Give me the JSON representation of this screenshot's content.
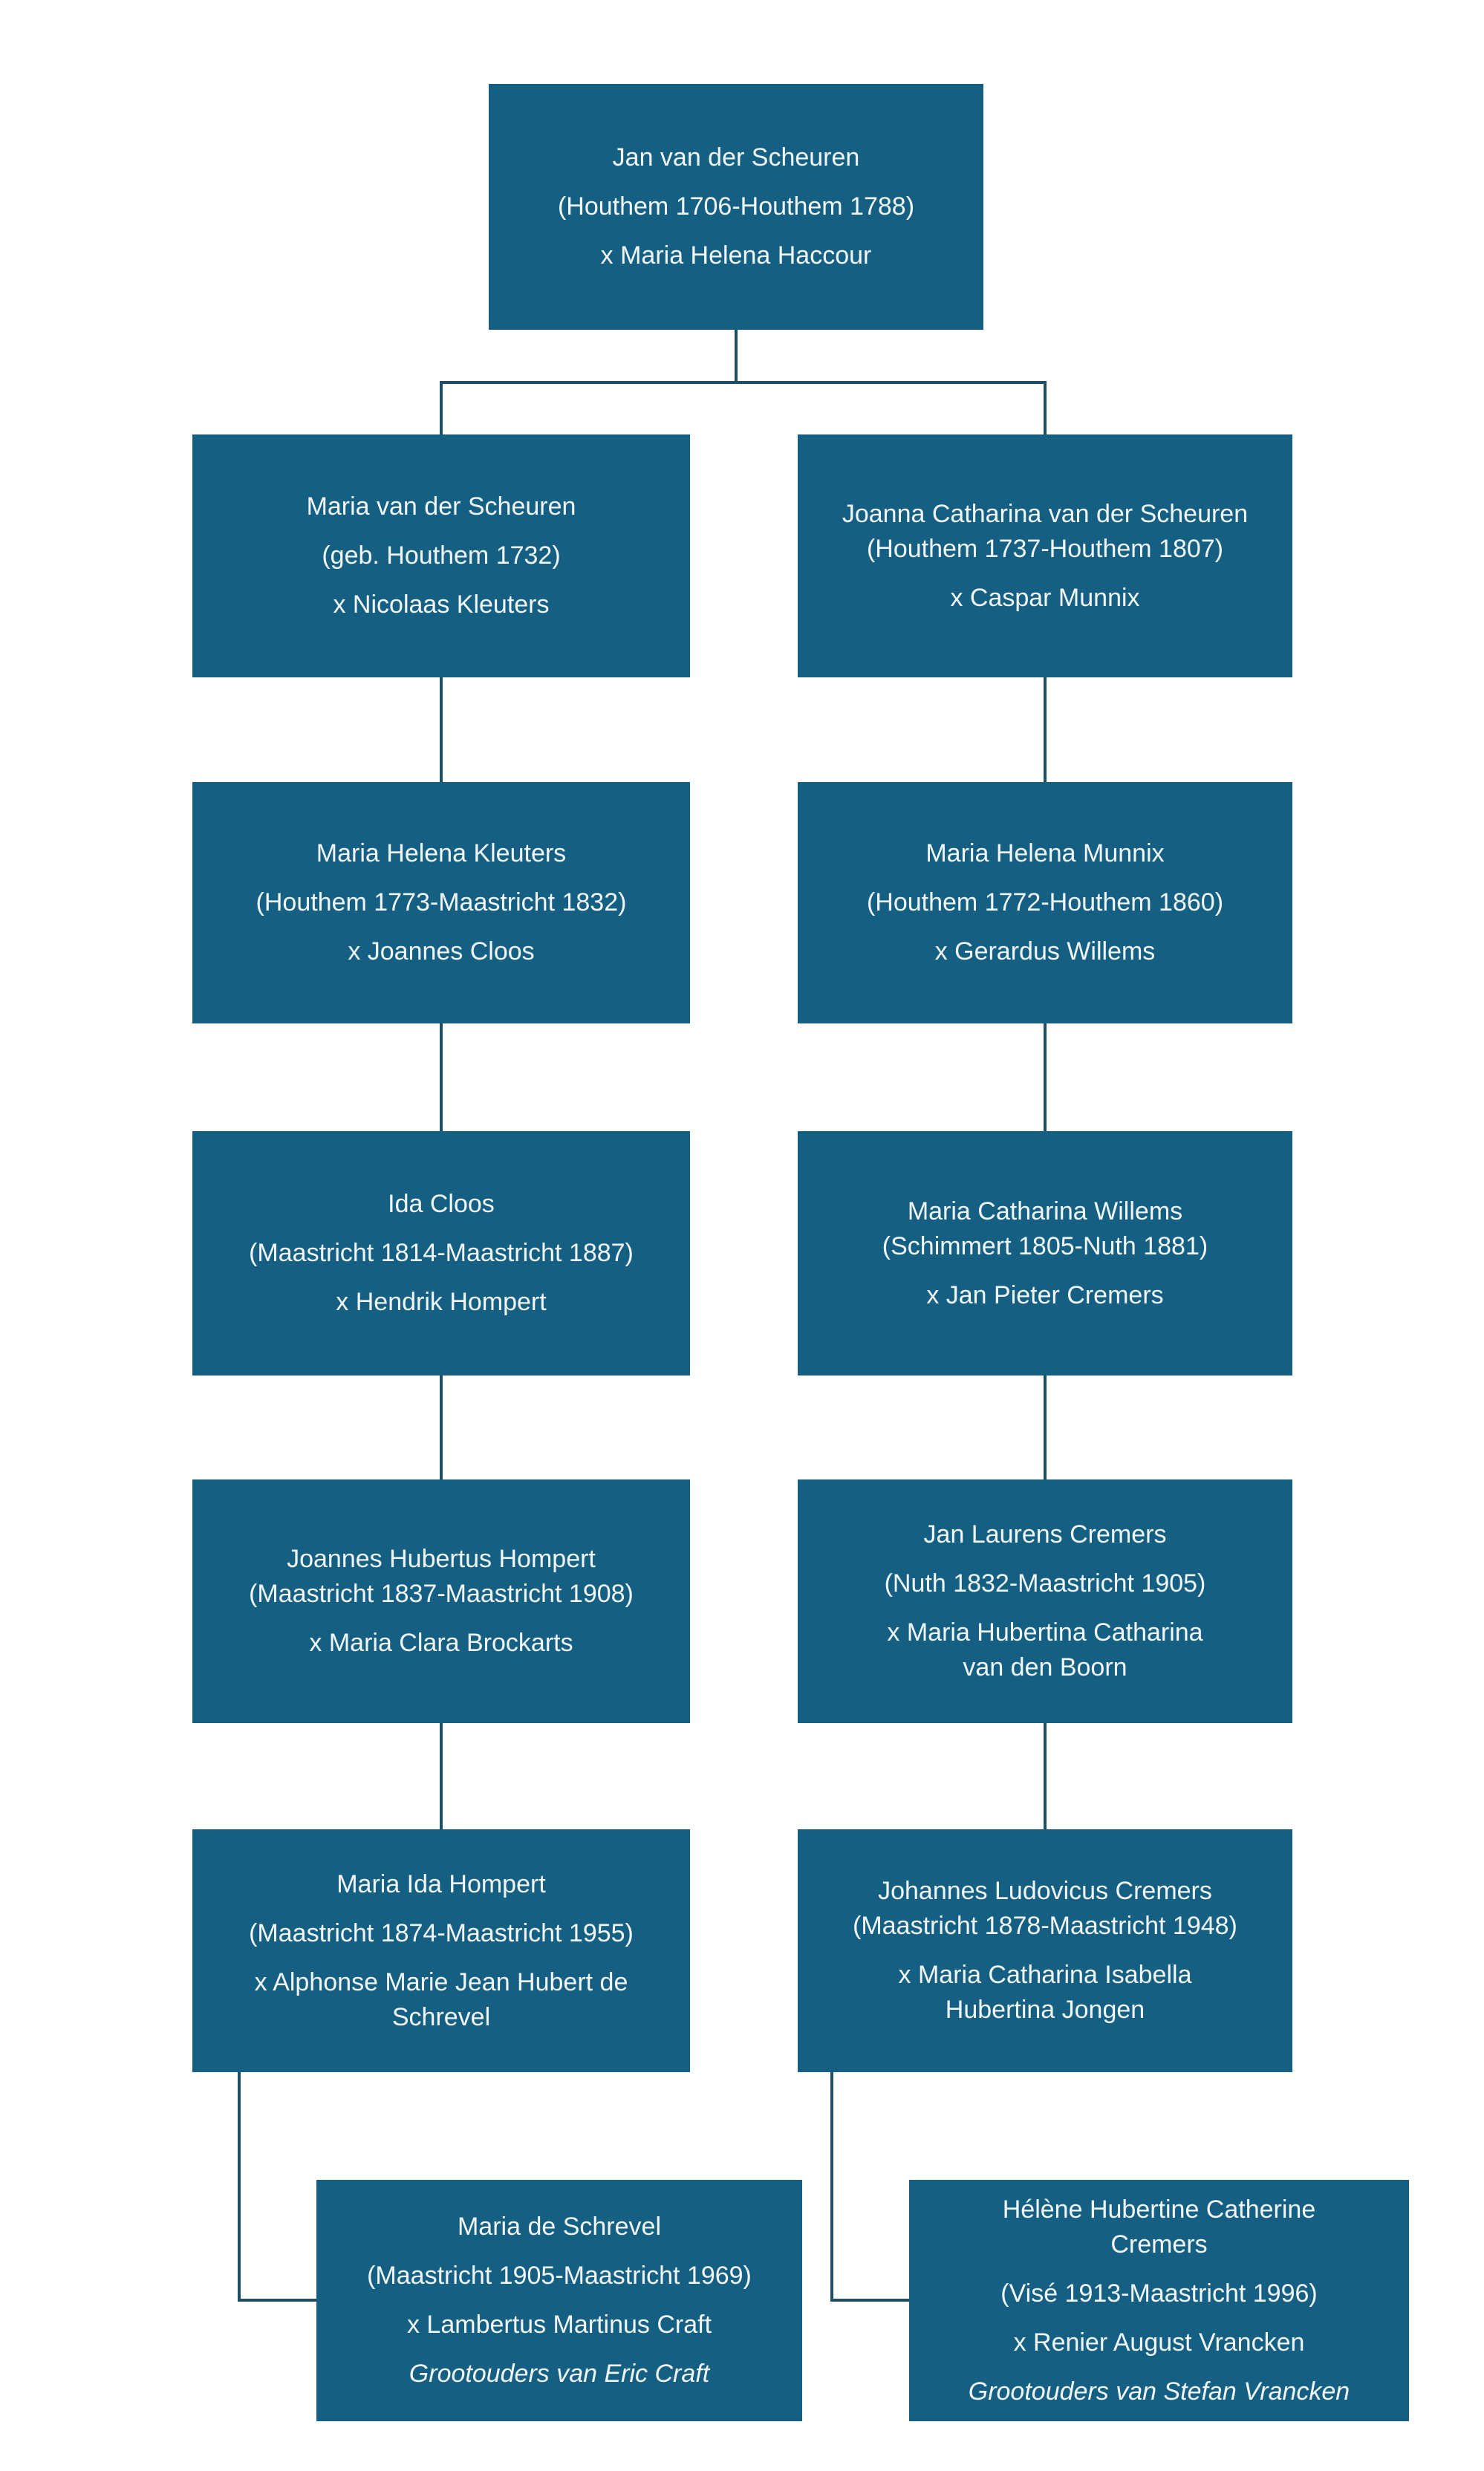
{
  "diagram_type": "family-tree",
  "colors": {
    "box_fill": "#156082",
    "box_text": "#F1F7F9",
    "connector": "#1D4F66",
    "background": "#FFFFFF"
  },
  "boxes": [
    {
      "id": "root",
      "paragraphs": [
        [
          "Jan van der Scheuren"
        ],
        [
          "(Houthem 1706-Houthem 1788)"
        ],
        [
          "x Maria Helena Haccour"
        ]
      ]
    },
    {
      "id": "gen2-left",
      "paragraphs": [
        [
          "Maria van der Scheuren"
        ],
        [
          "(geb. Houthem 1732)"
        ],
        [
          "x Nicolaas Kleuters"
        ]
      ]
    },
    {
      "id": "gen2-right",
      "paragraphs": [
        [
          "Joanna Catharina van der Scheuren",
          "(Houthem 1737-Houthem 1807)"
        ],
        [
          "x Caspar Munnix"
        ]
      ]
    },
    {
      "id": "gen3-left",
      "paragraphs": [
        [
          "Maria Helena Kleuters"
        ],
        [
          "(Houthem 1773-Maastricht 1832)"
        ],
        [
          "x Joannes Cloos"
        ]
      ]
    },
    {
      "id": "gen3-right",
      "paragraphs": [
        [
          "Maria Helena Munnix"
        ],
        [
          "(Houthem 1772-Houthem 1860)"
        ],
        [
          "x Gerardus Willems"
        ]
      ]
    },
    {
      "id": "gen4-left",
      "paragraphs": [
        [
          "Ida Cloos"
        ],
        [
          "(Maastricht 1814-Maastricht 1887)"
        ],
        [
          "x Hendrik Hompert"
        ]
      ]
    },
    {
      "id": "gen4-right",
      "paragraphs": [
        [
          "Maria Catharina Willems",
          "(Schimmert 1805-Nuth 1881)"
        ],
        [
          "x Jan Pieter Cremers"
        ]
      ]
    },
    {
      "id": "gen5-left",
      "paragraphs": [
        [
          "Joannes Hubertus Hompert",
          "(Maastricht 1837-Maastricht 1908)"
        ],
        [
          "x Maria Clara Brockarts"
        ]
      ]
    },
    {
      "id": "gen5-right",
      "paragraphs": [
        [
          "Jan Laurens Cremers"
        ],
        [
          "(Nuth 1832-Maastricht 1905)"
        ],
        [
          "x Maria Hubertina Catharina",
          "van den Boorn"
        ]
      ]
    },
    {
      "id": "gen6-left",
      "paragraphs": [
        [
          "Maria Ida Hompert"
        ],
        [
          "(Maastricht 1874-Maastricht 1955)"
        ],
        [
          "x Alphonse Marie Jean Hubert de",
          "Schrevel"
        ]
      ]
    },
    {
      "id": "gen6-right",
      "paragraphs": [
        [
          "Johannes Ludovicus Cremers",
          "(Maastricht 1878-Maastricht 1948)"
        ],
        [
          "x Maria Catharina Isabella",
          "Hubertina Jongen"
        ]
      ]
    },
    {
      "id": "gen7-left",
      "paragraphs": [
        [
          "Maria de Schrevel"
        ],
        [
          "(Maastricht 1905-Maastricht 1969)"
        ],
        [
          "x Lambertus Martinus Craft"
        ],
        [
          "Grootouders van Eric Craft"
        ]
      ],
      "note_index": 3
    },
    {
      "id": "gen7-right",
      "paragraphs": [
        [
          "Hélène Hubertine Catherine",
          "Cremers"
        ],
        [
          "(Visé 1913-Maastricht 1996)"
        ],
        [
          "x Renier August Vrancken"
        ],
        [
          "Grootouders van Stefan Vrancken"
        ]
      ],
      "note_index": 3
    }
  ]
}
